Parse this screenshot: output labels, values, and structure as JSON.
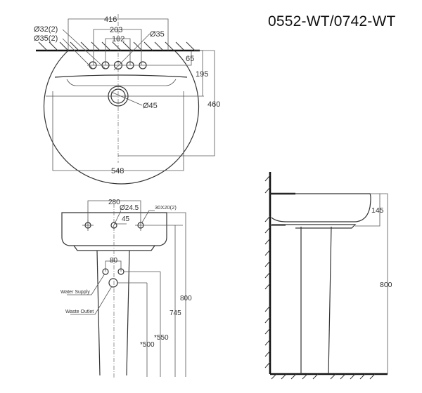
{
  "title": "0552-WT/0742-WT",
  "top_view": {
    "dim_width_holes_outer": "416",
    "dim_width_holes_mid": "203",
    "dim_width_holes_inner": "102",
    "hole_label_1": "Ø32(2)",
    "hole_label_2": "Ø35(2)",
    "hole_label_center": "Ø35",
    "dim_holes_from_wall": "65",
    "dim_drain_from_wall": "195",
    "dim_depth": "460",
    "drain_label": "Ø45",
    "dim_width": "548"
  },
  "front_view": {
    "dim_mount_holes": "280",
    "overflow_label": "Ø24.5",
    "dim_overflow": "45",
    "mount_hole_label": "30X20(2)",
    "dim_supply_spacing": "80",
    "water_supply_label": "Water Supply",
    "waste_outlet_label": "Waste Outlet",
    "dim_waste_height": "*500",
    "dim_supply_height": "*550",
    "dim_mount_height": "745",
    "dim_total_height": "800"
  },
  "side_view": {
    "dim_basin_height": "145",
    "dim_total_height": "800"
  }
}
